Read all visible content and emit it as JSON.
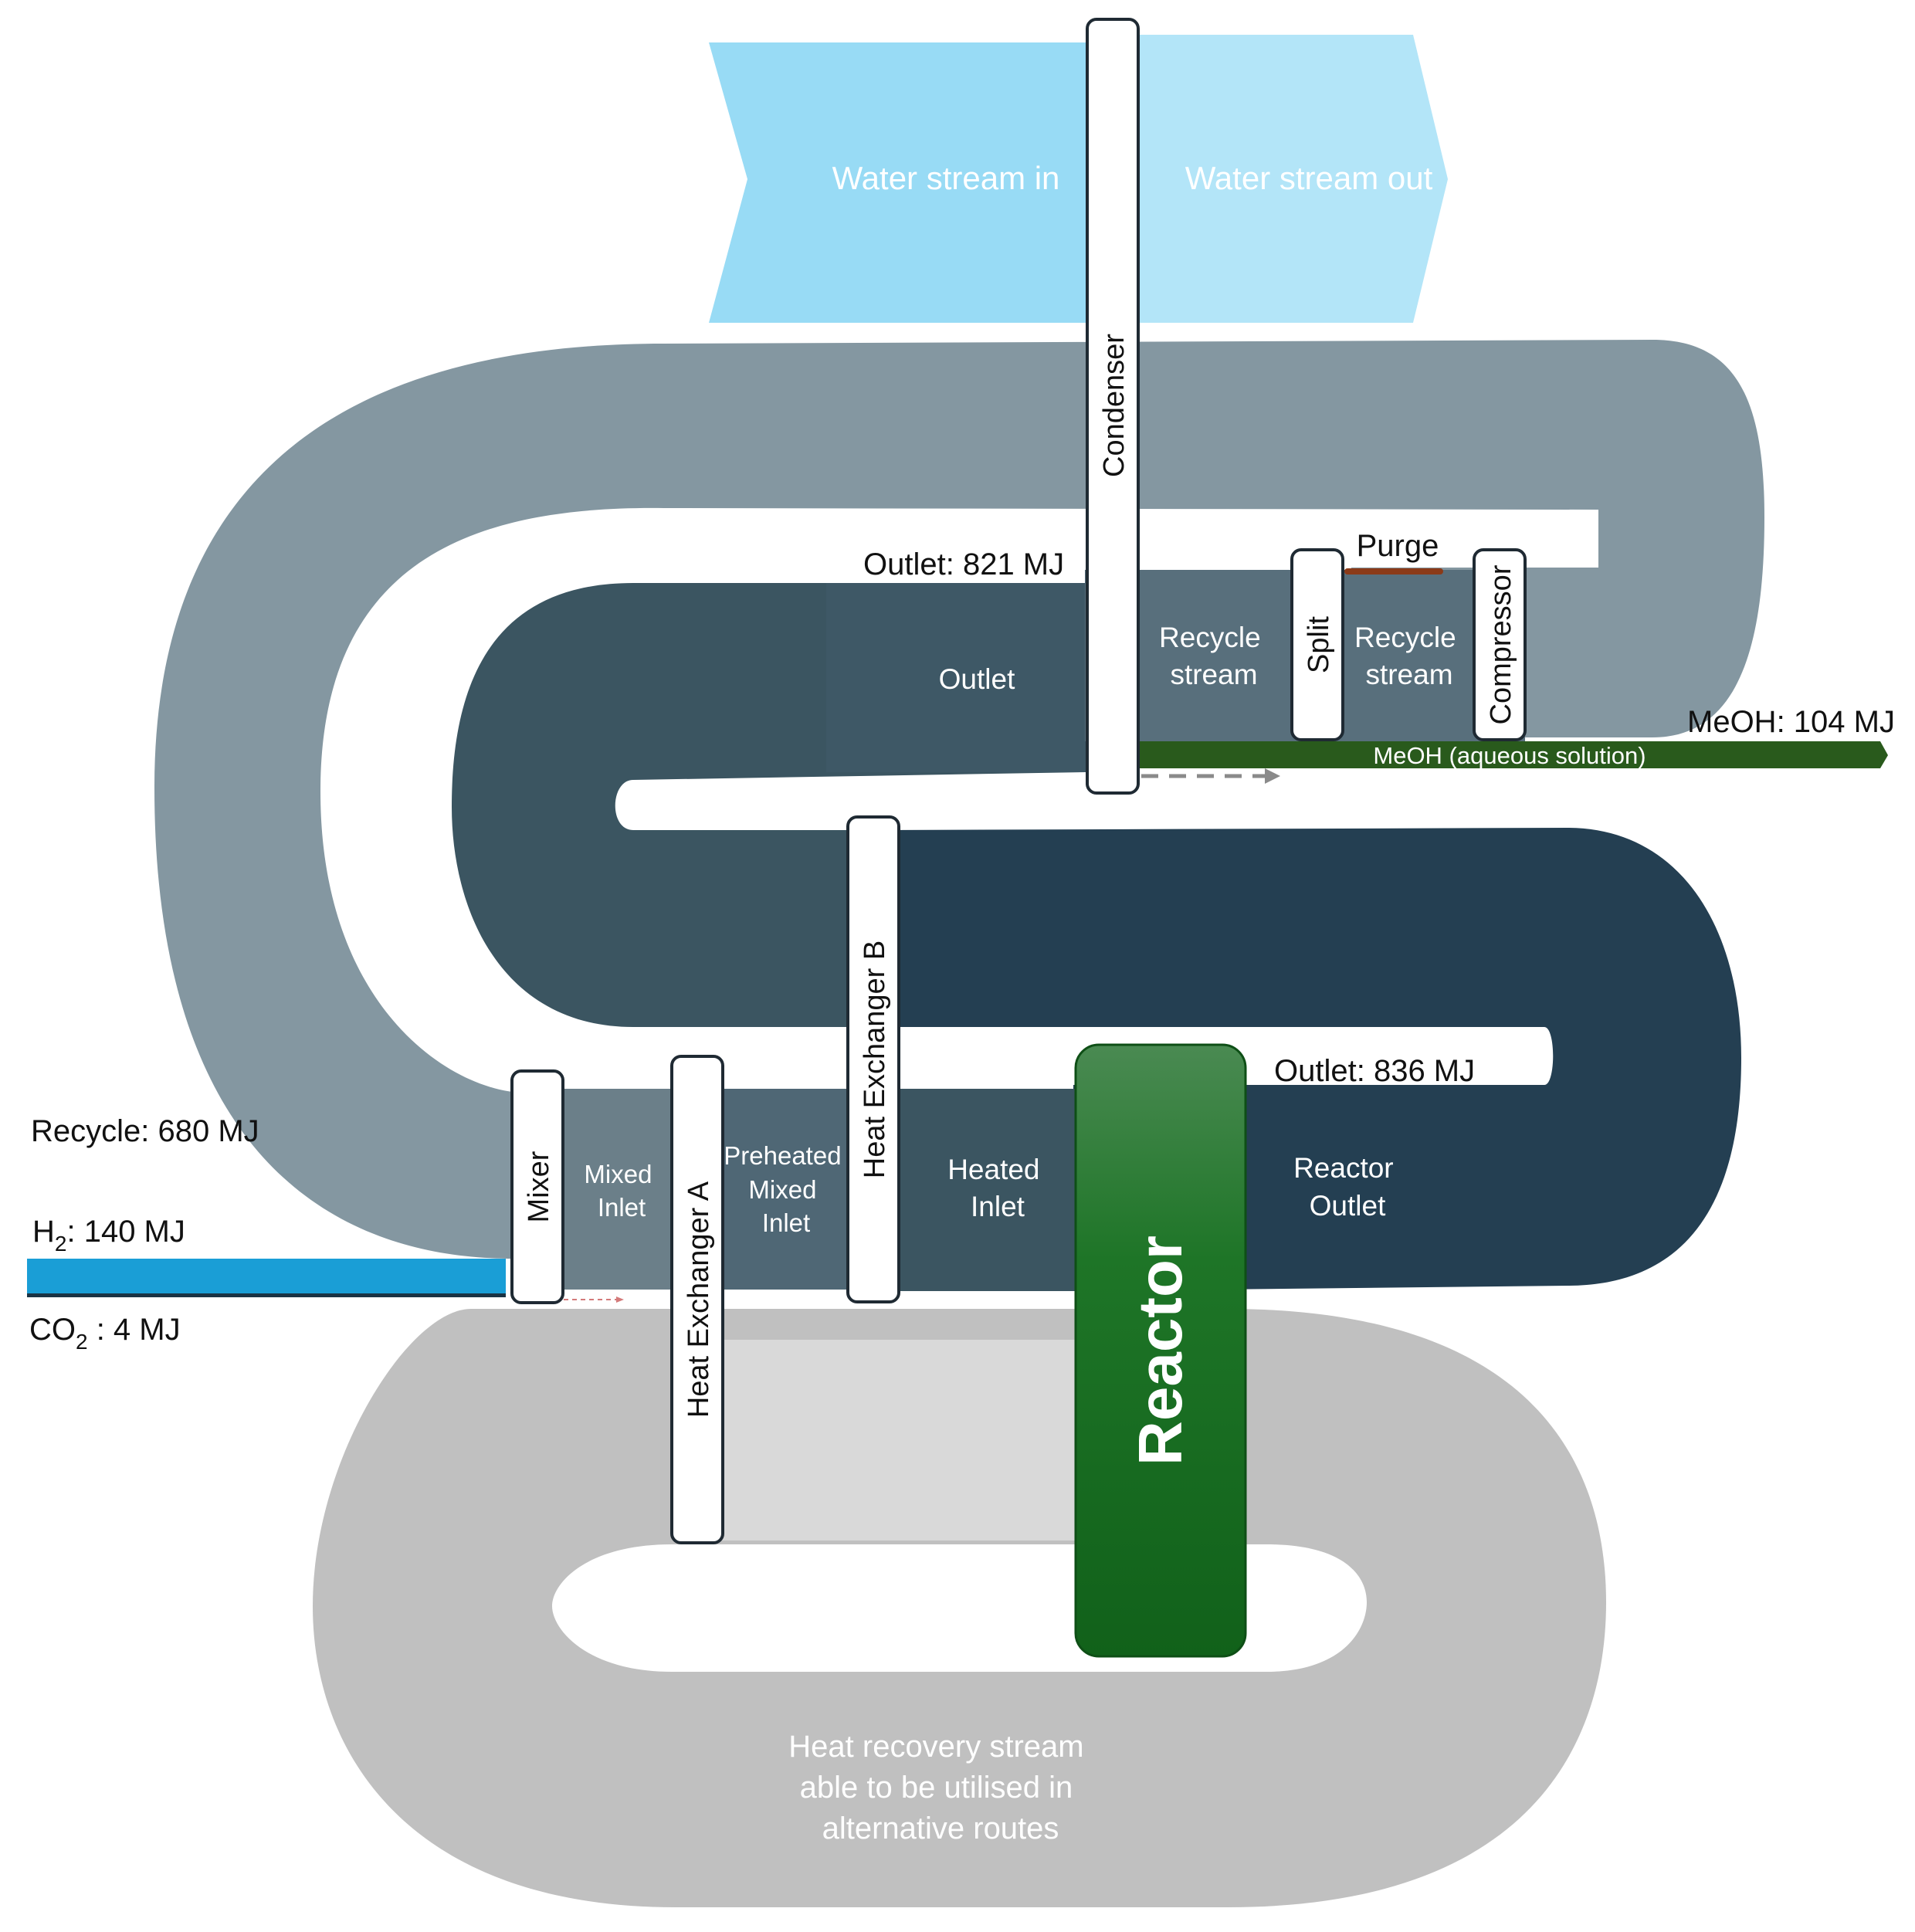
{
  "water": {
    "in_label": "Water stream in",
    "out_label": "Water stream out"
  },
  "units": {
    "condenser": "Condenser",
    "split": "Split",
    "compressor": "Compressor",
    "heat_exchanger_b": "Heat Exchanger B",
    "heat_exchanger_a": "Heat Exchanger A",
    "mixer": "Mixer",
    "reactor": "Reactor"
  },
  "streams": {
    "outlet": "Outlet",
    "recycle_stream_1": [
      "Recycle",
      "stream"
    ],
    "recycle_stream_2": [
      "Recycle",
      "stream"
    ],
    "purge": "Purge",
    "meoh_aqueous": "MeOH (aqueous solution)",
    "mixed_inlet": [
      "Mixed",
      "Inlet"
    ],
    "preheated_mixed_inlet": [
      "Preheated",
      "Mixed",
      "Inlet"
    ],
    "heated_inlet": [
      "Heated",
      "Inlet"
    ],
    "reactor_outlet": [
      "Reactor",
      "Outlet"
    ],
    "heat_recovery": [
      "Heat recovery stream",
      "able to be utilised in",
      "alternative routes"
    ]
  },
  "energy_labels": {
    "outlet_condenser": "Outlet: 821 MJ",
    "outlet_reactor": "Outlet: 836 MJ",
    "meoh": "MeOH: 104 MJ",
    "recycle": "Recycle: 680 MJ",
    "h2_prefix": "H",
    "h2_sub": "2",
    "h2_value": ": 140 MJ",
    "co2_prefix": "CO",
    "co2_sub": "2",
    "co2_value": " : 4 MJ"
  },
  "colors": {
    "water_in": "#98dbf5",
    "water_out": "#b3e5f8",
    "recycle_loop": "#8497a1",
    "recycle_split": "#586f7c",
    "outlet_band": "#3b5561",
    "reactor_outlet_band": "#243f52",
    "mixed_inlet_band": "#6b7f89",
    "heat_recovery": "#c0c0c0",
    "h2_stream": "#1a9ed6",
    "co2_stream": "#1a3344",
    "meoh_stream": "#295a1c",
    "purge_stream": "#8b3a18",
    "reactor": "#1f7a2a"
  }
}
